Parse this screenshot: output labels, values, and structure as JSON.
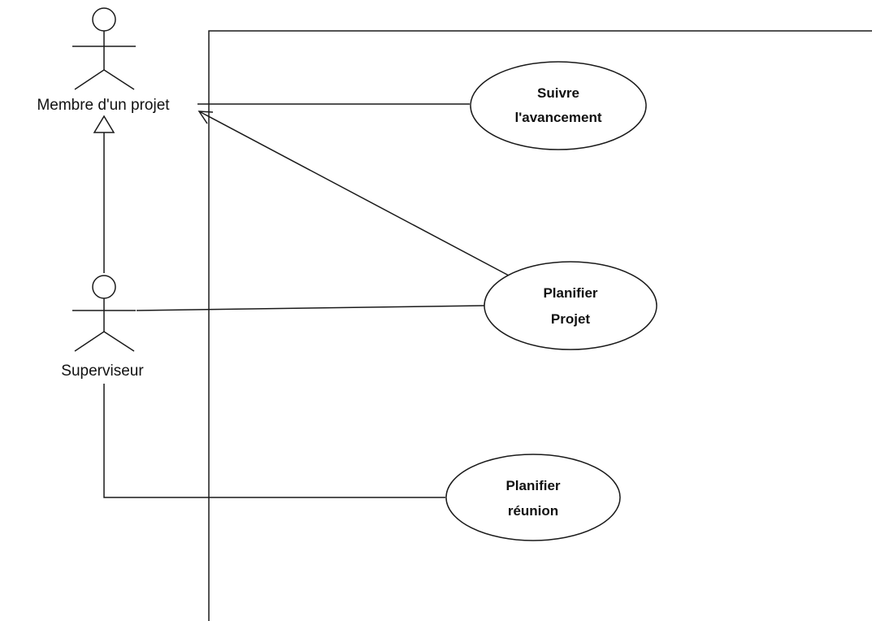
{
  "actors": {
    "membre": {
      "label": "Membre d'un projet"
    },
    "superviseur": {
      "label": "Superviseur"
    }
  },
  "use_cases": {
    "suivre": {
      "line1": "Suivre",
      "line2": "l'avancement"
    },
    "planifier_projet": {
      "line1": "Planifier",
      "line2": "Projet"
    },
    "planifier_reunion": {
      "line1": "Planifier",
      "line2": "réunion"
    }
  },
  "colors": {
    "stroke": "#1a1a1a",
    "background": "#ffffff",
    "text": "#111111"
  }
}
